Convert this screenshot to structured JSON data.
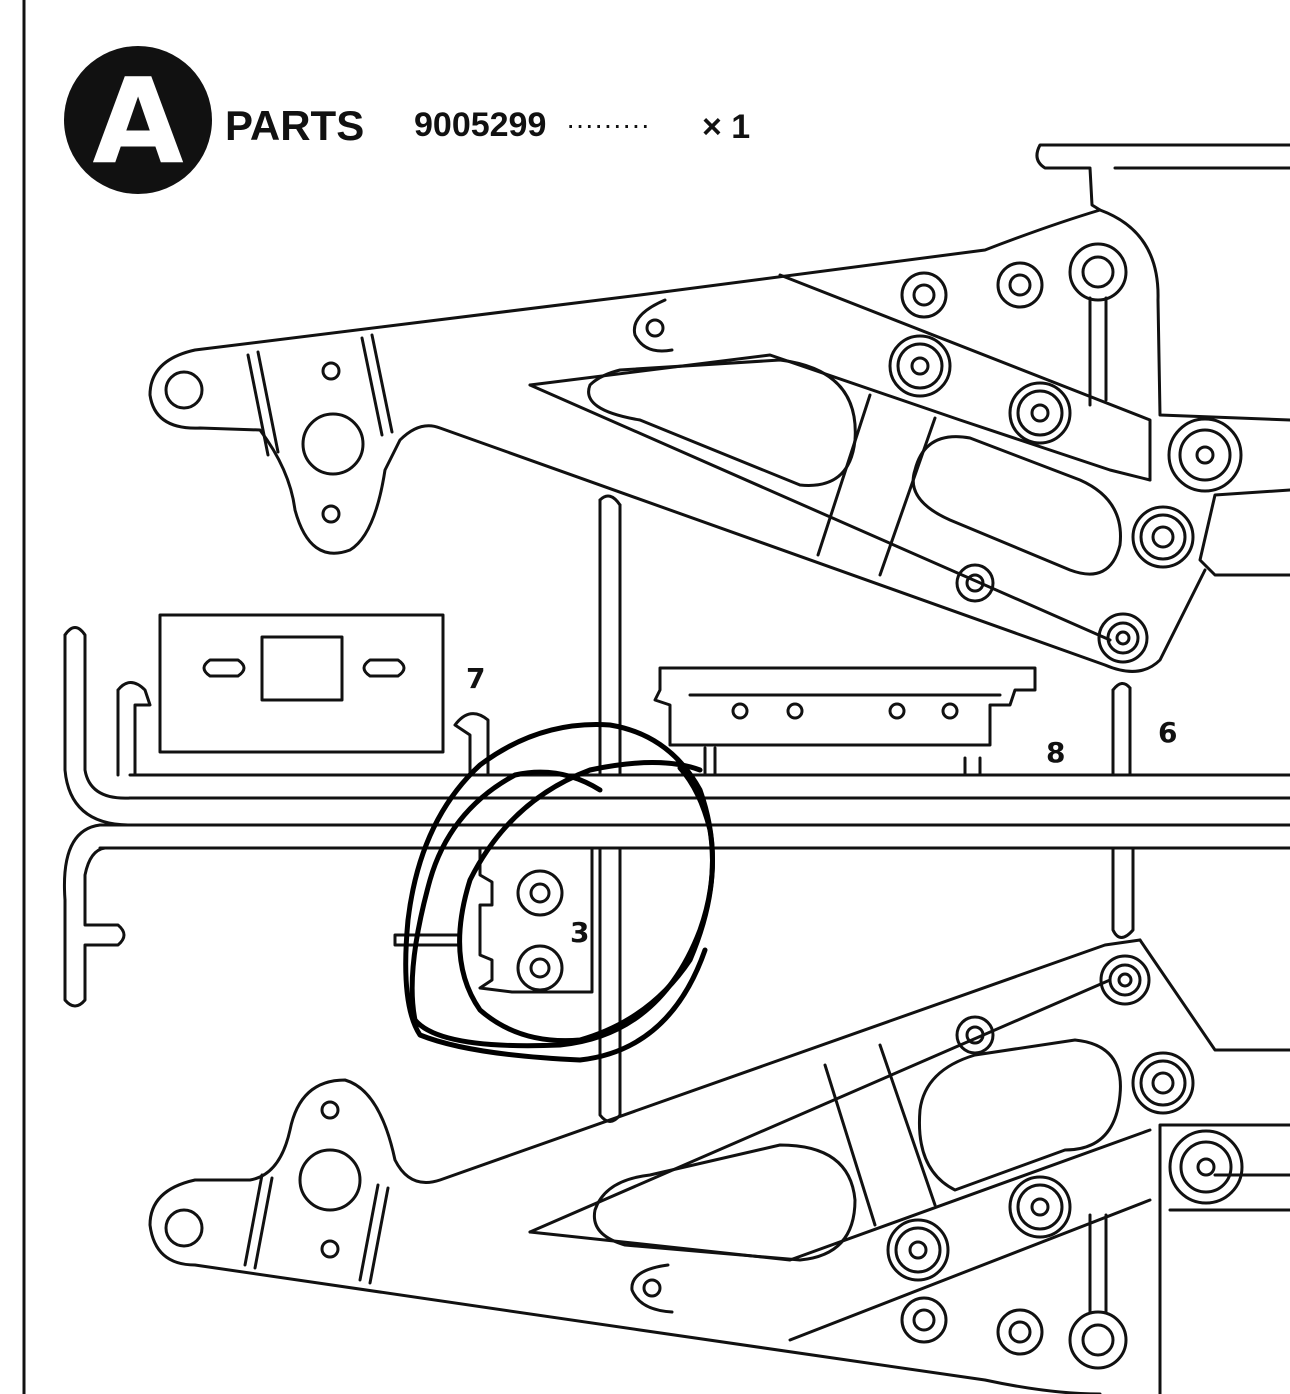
{
  "header": {
    "badge_letter": "A",
    "title": "PARTS",
    "part_number": "9005299",
    "dots": "·········",
    "quantity": "× 1"
  },
  "part_labels": {
    "p7": "7",
    "p8": "8",
    "p6": "6",
    "p3": "3"
  },
  "colors": {
    "ink": "#111111",
    "paper": "#ffffff"
  }
}
